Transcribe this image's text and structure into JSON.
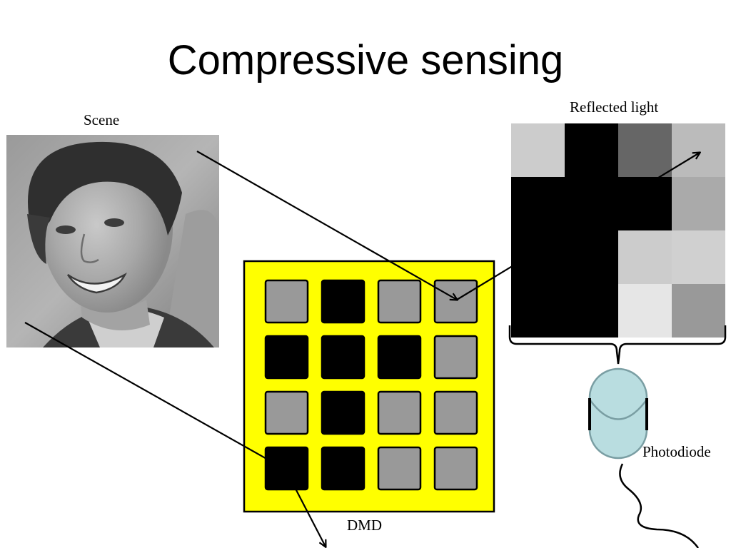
{
  "slide": {
    "title": "Compressive sensing"
  },
  "labels": {
    "scene": "Scene",
    "reflected_light": "Reflected light",
    "photodiode": "Photodiode",
    "dmd": "DMD"
  },
  "colors": {
    "dmd_frame": "#ffff00",
    "mirror_on": "#999999",
    "mirror_off": "#000000",
    "photodiode": "#b9dde0",
    "photodiode_outline": "#7a9ea3"
  },
  "dmd_pattern": [
    [
      "on",
      "off",
      "on",
      "on"
    ],
    [
      "off",
      "off",
      "off",
      "on"
    ],
    [
      "on",
      "off",
      "on",
      "on"
    ],
    [
      "off",
      "off",
      "on",
      "on"
    ]
  ],
  "reflected_pattern": [
    [
      "#cccccc",
      "#000000",
      "#666666",
      "#bbbbbb"
    ],
    [
      "#000000",
      "#000000",
      "#000000",
      "#aaaaaa"
    ],
    [
      "#000000",
      "#000000",
      "#cccccc",
      "#d0d0d0"
    ],
    [
      "#000000",
      "#000000",
      "#e6e6e6",
      "#999999"
    ]
  ]
}
